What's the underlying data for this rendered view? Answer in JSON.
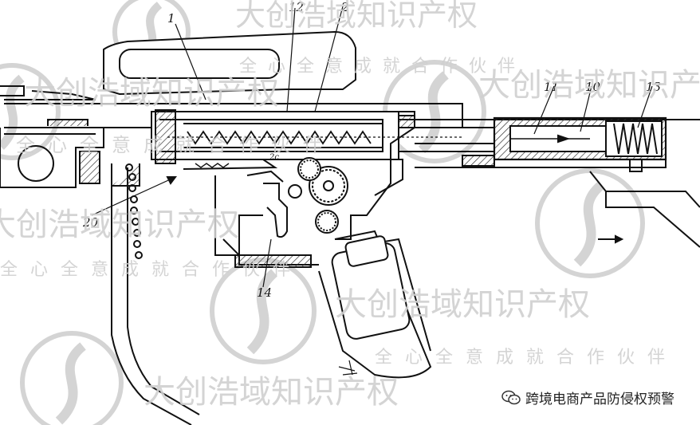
{
  "diagram": {
    "labels": [
      "1",
      "12",
      "2",
      "11",
      "10",
      "13",
      "20",
      "2c",
      "14"
    ]
  },
  "watermark": {
    "brand": "大创浩域知识产权",
    "slogan": "全心全意成就合作伙伴",
    "color": "#cfcfcf"
  },
  "caption": {
    "icon": "wechat-icon",
    "text": "跨境电商产品防侵权预警"
  }
}
